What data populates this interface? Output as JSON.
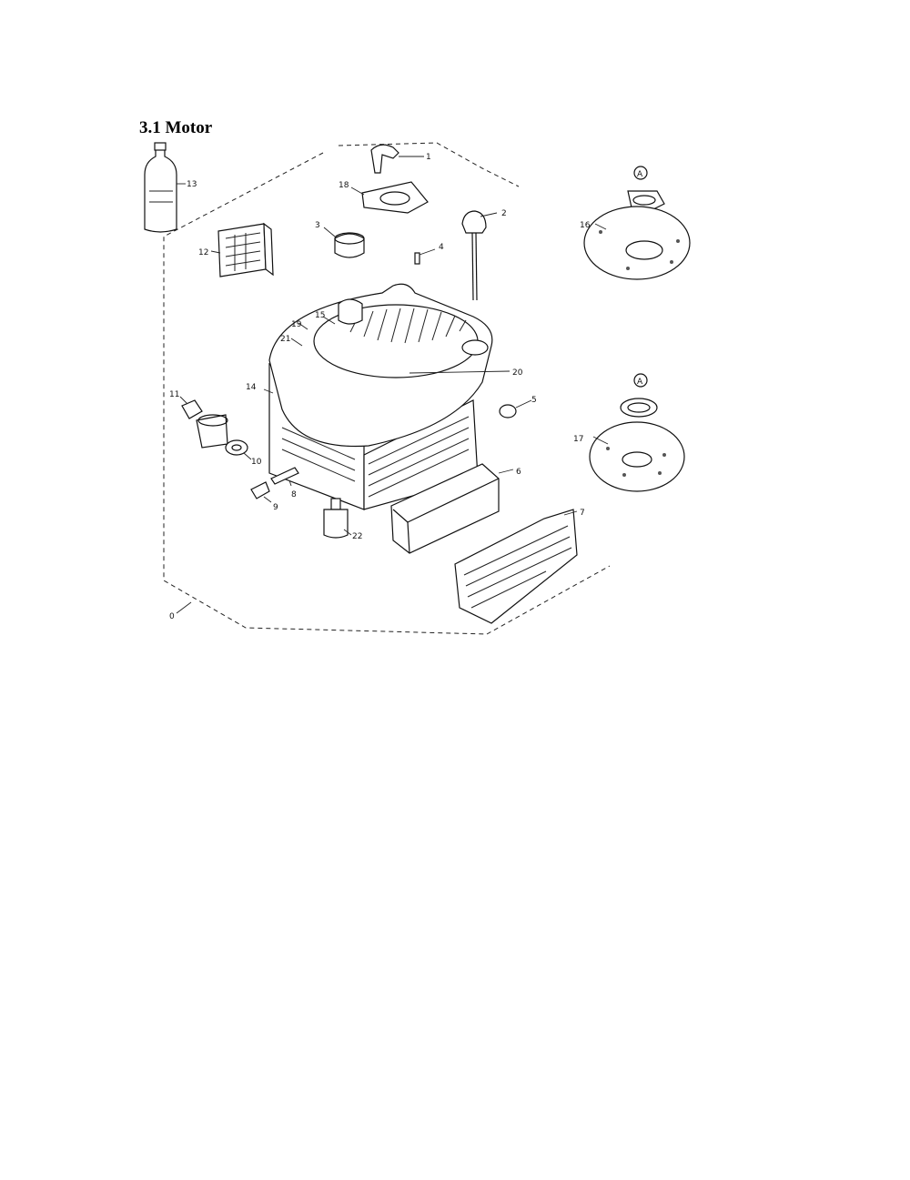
{
  "section": {
    "title": "3.1 Motor"
  },
  "callouts": {
    "c1": "1",
    "c2": "2",
    "c3": "3",
    "c4": "4",
    "c5": "5",
    "c6": "6",
    "c7": "7",
    "c8": "8",
    "c9": "9",
    "c10": "10",
    "c11": "11",
    "c12": "12",
    "c13": "13",
    "c14": "14",
    "c15": "15",
    "c16": "16",
    "c17": "17",
    "c18": "18",
    "c19": "19",
    "c20": "20",
    "c21": "21",
    "c22": "22",
    "c0": "0"
  },
  "reference_marks": {
    "a_top": "A",
    "a_bottom": "A"
  }
}
